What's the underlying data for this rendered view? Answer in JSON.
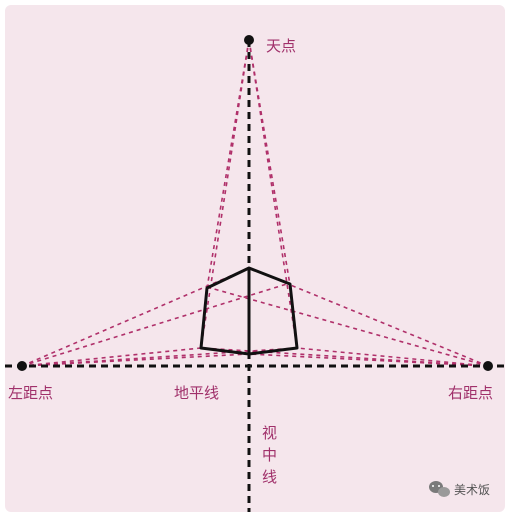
{
  "diagram": {
    "labels": {
      "top_point": "天点",
      "left_point": "左距点",
      "right_point": "右距点",
      "horizon_line": "地平线",
      "center_line_chars": [
        "视",
        "中",
        "线"
      ]
    },
    "watermark": "美术饭",
    "colors": {
      "background": "#f5e6ec",
      "label": "#a0306a",
      "dashed_construction": "#b0306a",
      "axis": "#111111",
      "cube": "#111111"
    }
  }
}
